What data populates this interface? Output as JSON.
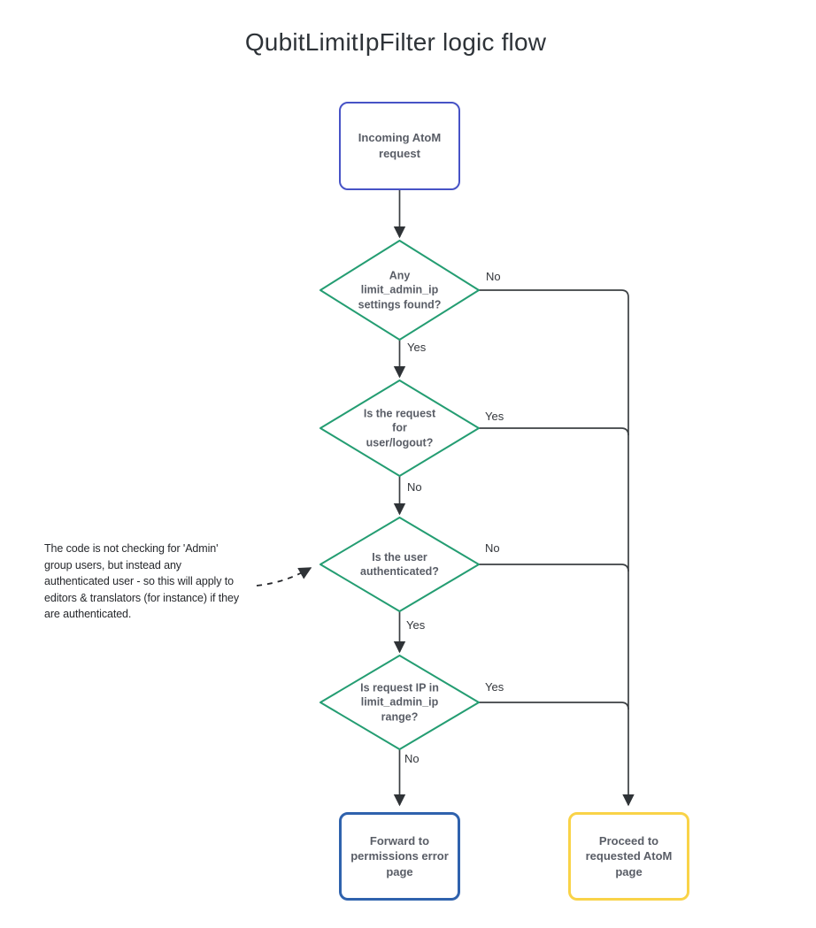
{
  "title": "QubitLimitIpFilter logic flow",
  "nodes": {
    "start": {
      "label": "Incoming AtoM\nrequest"
    },
    "decision_settings": {
      "label": "Any\nlimit_admin_ip\nsettings found?"
    },
    "decision_logout": {
      "label": "Is the request\nfor\nuser/logout?"
    },
    "decision_auth": {
      "label": "Is the user\nauthenticated?"
    },
    "decision_ip_range": {
      "label": "Is request IP in\nlimit_admin_ip\nrange?"
    },
    "error_page": {
      "label": "Forward to\npermissions error\npage"
    },
    "proceed_page": {
      "label": "Proceed to\nrequested AtoM\npage"
    }
  },
  "edge_labels": {
    "settings_no": "No",
    "settings_yes": "Yes",
    "logout_yes": "Yes",
    "logout_no": "No",
    "auth_no": "No",
    "auth_yes": "Yes",
    "ip_yes": "Yes",
    "ip_no": "No"
  },
  "annotation": {
    "text": "The code is not checking for 'Admin'\ngroup users, but instead any\nauthenticated user - so this will apply to\neditors & translators (for instance) if they\nare authenticated."
  },
  "colors": {
    "start_border": "#4753c6",
    "decision_border": "#249d72",
    "error_border": "#2f62ad",
    "proceed_border": "#f9d348",
    "connector": "#3c4043",
    "node_text": "#595d66"
  }
}
